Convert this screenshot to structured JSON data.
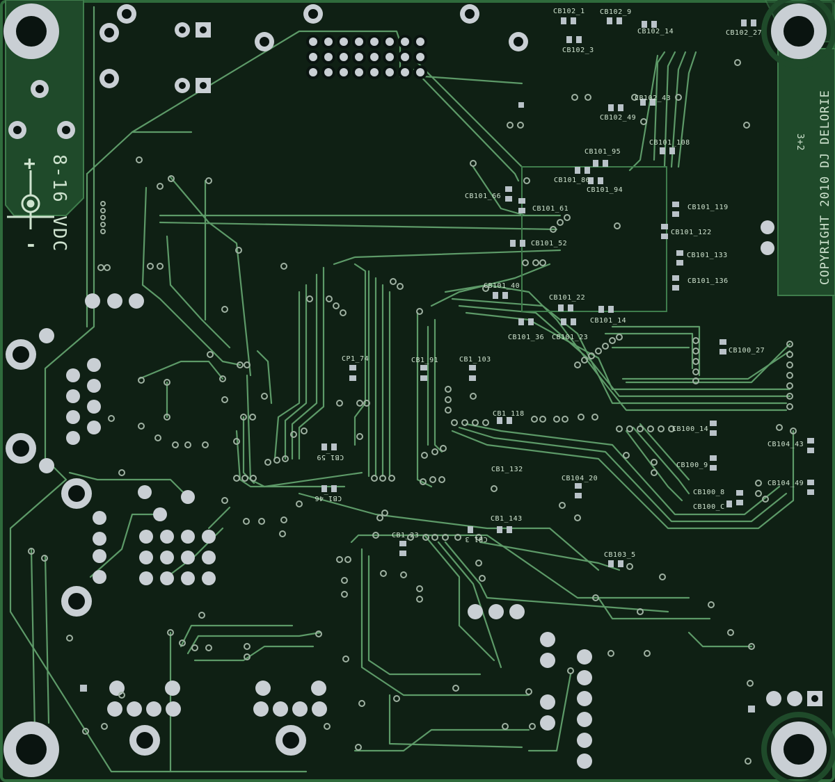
{
  "copyright": "COPYRIGHT 2010 DJ DELORIE",
  "revision": "3+2",
  "power": {
    "voltage_label": "8-16 VDC",
    "plus": "+",
    "minus": "-"
  },
  "colors": {
    "board": "#0f2014",
    "copper": "#1f4a2a",
    "trace": "#5d9a68",
    "pad": "#c9cfd4",
    "hole": "#0a1410",
    "silk": "#cfe3cf"
  },
  "refdes": [
    {
      "text": "CB102_1"
    },
    {
      "text": "CB102_9"
    },
    {
      "text": "CB102_14"
    },
    {
      "text": "CB102_27"
    },
    {
      "text": "CB102_3"
    },
    {
      "text": "CB102_43"
    },
    {
      "text": "CB102_49"
    },
    {
      "text": "CB101_95"
    },
    {
      "text": "CB101_108"
    },
    {
      "text": "CB101_86"
    },
    {
      "text": "CB101_94"
    },
    {
      "text": "CB101_66"
    },
    {
      "text": "CB101_61"
    },
    {
      "text": "CB101_119"
    },
    {
      "text": "CB101_122"
    },
    {
      "text": "CB101_52"
    },
    {
      "text": "CB101_133"
    },
    {
      "text": "CB101_136"
    },
    {
      "text": "CB101_40"
    },
    {
      "text": "CB101_22"
    },
    {
      "text": "CB101_14"
    },
    {
      "text": "CB101_36"
    },
    {
      "text": "CB101_23"
    },
    {
      "text": "CB100_27"
    },
    {
      "text": "CP1_74"
    },
    {
      "text": "CB1_91"
    },
    {
      "text": "CB1_103"
    },
    {
      "text": "CB1_118"
    },
    {
      "text": "CB100_14"
    },
    {
      "text": "CB104_43"
    },
    {
      "text": "CB1_59"
    },
    {
      "text": "CB100_9"
    },
    {
      "text": "CB1_132"
    },
    {
      "text": "CB104_20"
    },
    {
      "text": "CB104_49"
    },
    {
      "text": "CB1_46"
    },
    {
      "text": "CB100_8"
    },
    {
      "text": "CB100_C"
    },
    {
      "text": "CB1_143"
    },
    {
      "text": "CB1_23"
    },
    {
      "text": "CB1_3"
    },
    {
      "text": "CB103_5"
    }
  ]
}
